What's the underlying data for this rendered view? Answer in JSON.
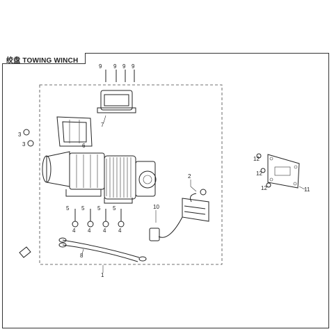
{
  "title": "绞盘 TOWING WINCH",
  "callouts": {
    "c1": "1",
    "c2": "2",
    "c3a": "3",
    "c3b": "3",
    "c4a": "4",
    "c4b": "4",
    "c4c": "4",
    "c4d": "4",
    "c5a": "5",
    "c5b": "5",
    "c5c": "5",
    "c5d": "5",
    "c6": "6",
    "c7": "7",
    "c8": "8",
    "c9a": "9",
    "c9b": "9",
    "c9c": "9",
    "c9d": "9",
    "c10": "10",
    "c11": "11",
    "c12a": "12",
    "c12b": "12",
    "c12c": "12"
  }
}
